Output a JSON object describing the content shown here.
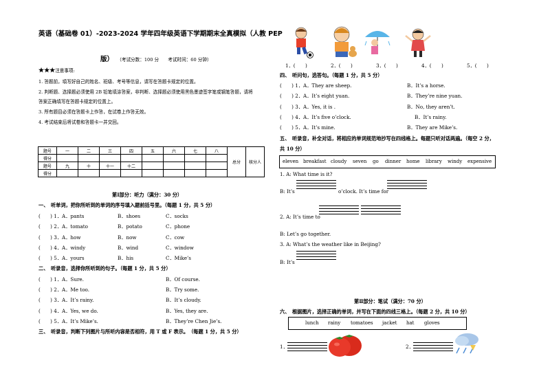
{
  "title": {
    "line1": "英语（基础卷 01）-2023-2024 学年四年级英语下学期期末全真模拟（人教 PEP",
    "line2_a": "版）",
    "line2_b": "（考试分数：100 分　　考试时间：60 分钟）"
  },
  "notice": {
    "stars": "★★★",
    "head": "注意事项:",
    "items": [
      "1. 答题前，填写好自己的姓名、班级、考号等信息，请写在答题卡规定的位置。",
      "2. 判断题、选择题必须使用 2B 铅笔填涂答案，非判断、选择题必须使用黑色墨迹签字笔或钢笔答题，请将",
      "答案正确填写在答题卡规定的位置上。",
      "3. 所有题目必须在答题卡上作答，在试卷上作答无效。",
      "4. 考试结束后将试卷和答题卡一并交回。"
    ]
  },
  "score_table": {
    "row1": [
      "题号",
      "一",
      "二",
      "三",
      "四",
      "五",
      "六",
      "七",
      "八"
    ],
    "row2": [
      "得分"
    ],
    "row3": [
      "题号",
      "九",
      "十",
      "十一",
      "十二"
    ],
    "row4": [
      "得分"
    ],
    "total": "总分",
    "checker": "核分人"
  },
  "part1": {
    "heading": "第Ⅰ部分：听力（满分：30 分）",
    "s1": {
      "title": "一、　听单词，把你所听到的单词的序号填入题前括号里。（每题 1 分，共 5 分）",
      "rows": [
        {
          "q": "(　　) 1．A．pants",
          "b": "B．shoes",
          "c": "C．socks"
        },
        {
          "q": "(　　) 2．A．tomato",
          "b": "B．potato",
          "c": "C．phone"
        },
        {
          "q": "(　　) 3．A．how",
          "b": "B．now",
          "c": "C．cow"
        },
        {
          "q": "(　　) 4．A．windy",
          "b": "B．wind",
          "c": "C．window"
        },
        {
          "q": "(　　) 5．A．yours",
          "b": "B．his",
          "c": "C．Mike’s"
        }
      ]
    },
    "s2": {
      "title": "二、　听录音，选择你所听到的句子。（每题 1 分，共 5 分）",
      "rows": [
        {
          "q": "(　　) 1．A．Sure.",
          "b": "B．Of course."
        },
        {
          "q": "(　　) 2．A．Me too.",
          "b": "B．Try some."
        },
        {
          "q": "(　　) 3．A．It’s rainy.",
          "b": "B．It’s cloudy."
        },
        {
          "q": "(　　) 4．A．Yes, we do.",
          "b": "B．Yes, they are."
        },
        {
          "q": "(　　) 5．A．It’s Mike’s.",
          "b": "B．They’re Chen Jie’s."
        }
      ]
    },
    "s3": {
      "title": "三、　听录音，判断下列图片与所听内容是否相符，用 T 或 F 表示。　（每题 1 分，共 5 分）"
    }
  },
  "right": {
    "pic_nums": [
      "1．(　　)",
      "2．(　　)",
      "3．(　　)",
      "4．(　　)",
      "5．(　　)"
    ],
    "s4": {
      "title": "四、　听问句，选答句。（每题 1 分，共 5 分）",
      "rows": [
        {
          "q": "(　　) 1．A．They are sheep.",
          "b": "B．It’s a horse."
        },
        {
          "q": "(　　) 2．A．It’s eight yuan.",
          "b": "B．They’re nine yuan."
        },
        {
          "q": "(　　) 3．A．Yes, it is .",
          "b": "B．No, they aren’t."
        },
        {
          "q": "(　　) 4．A．It’s five o’clock.",
          "b": "B．It’s rainy."
        },
        {
          "q": "(　　) 5．A．It’s mine.",
          "b": "B．They are Mike’s."
        }
      ]
    },
    "s5": {
      "title1": "五、　听录音，补全对话，将相应的单词规范地抄写在四线格上。每题只听对话两遍。（每空 2 分，",
      "title2": "共 10 分）",
      "words": [
        "eleven",
        "breakfast",
        "cloudy",
        "seven",
        "go",
        "dinner",
        "home",
        "library",
        "windy",
        "expensive"
      ],
      "d1": "1. A: What time is it?",
      "d2a": "B: It’s",
      "d2b": "o’clock. It’s time for",
      "d3a": "2. A: It’s time to",
      "d4": "B: Let’s go together.",
      "d5": "3. A: What’s the weather like in Beijing?",
      "d6": "B: It’s"
    },
    "part2": "第Ⅱ部分：笔试（满分：70 分）",
    "s6": {
      "title": "六、　根据图片，选择正确的单词，并写在下面的四线三格上。（每题 2 分，共 10 分）",
      "words": [
        "lunch",
        "rainy",
        "tomatoes",
        "jacket",
        "hat",
        "gloves"
      ],
      "n1": "1．",
      "n2": "2．"
    }
  }
}
